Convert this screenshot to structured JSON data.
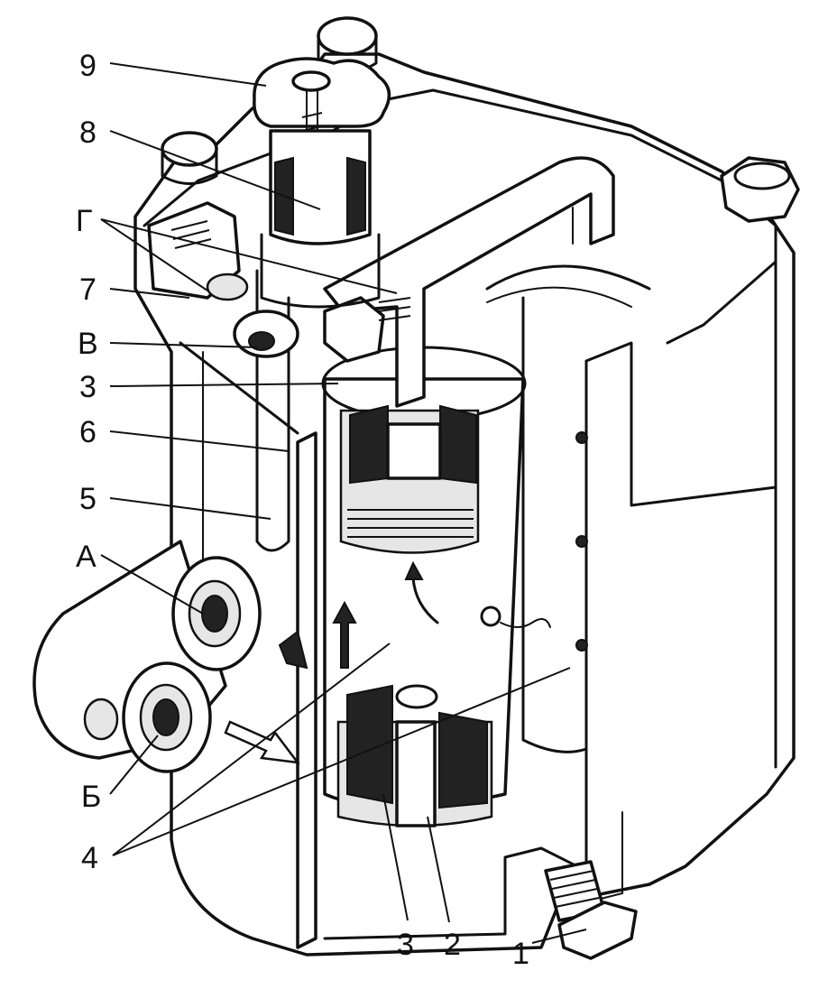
{
  "labels": {
    "l9": "9",
    "l8": "8",
    "lG": "Г",
    "l7": "7",
    "lV": "В",
    "l3a": "3",
    "l6": "6",
    "l5": "5",
    "lA": "А",
    "lB": "Б",
    "l4": "4",
    "l3b": "3",
    "l2": "2",
    "l1": "1"
  }
}
